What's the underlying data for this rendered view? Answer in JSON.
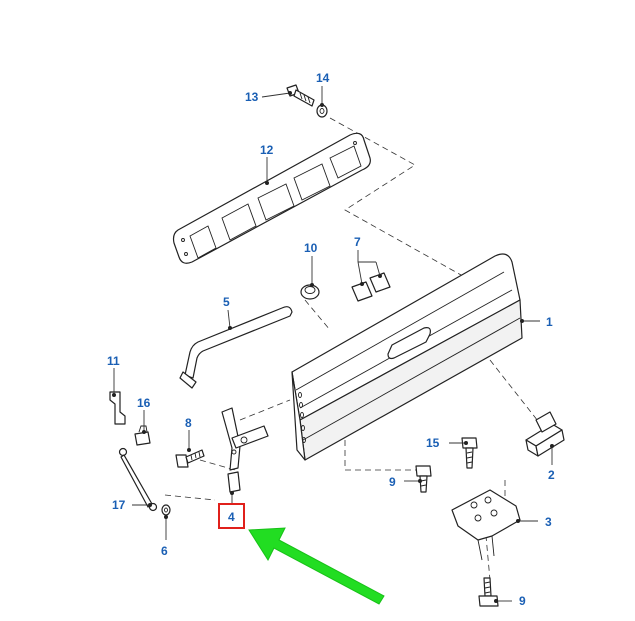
{
  "diagram": {
    "highlight_color": "#e0201b",
    "arrow_color": "#22dd22",
    "label_color": "#1a5fb4",
    "highlighted_callout": "4",
    "callouts": [
      {
        "id": "c1",
        "text": "1"
      },
      {
        "id": "c2",
        "text": "2"
      },
      {
        "id": "c3",
        "text": "3"
      },
      {
        "id": "c4",
        "text": "4"
      },
      {
        "id": "c5",
        "text": "5"
      },
      {
        "id": "c6",
        "text": "6"
      },
      {
        "id": "c7",
        "text": "7"
      },
      {
        "id": "c8",
        "text": "8"
      },
      {
        "id": "c9a",
        "text": "9"
      },
      {
        "id": "c9b",
        "text": "9"
      },
      {
        "id": "c10",
        "text": "10"
      },
      {
        "id": "c11",
        "text": "11"
      },
      {
        "id": "c12",
        "text": "12"
      },
      {
        "id": "c13",
        "text": "13"
      },
      {
        "id": "c14",
        "text": "14"
      },
      {
        "id": "c15",
        "text": "15"
      },
      {
        "id": "c16",
        "text": "16"
      },
      {
        "id": "c17",
        "text": "17"
      }
    ]
  }
}
